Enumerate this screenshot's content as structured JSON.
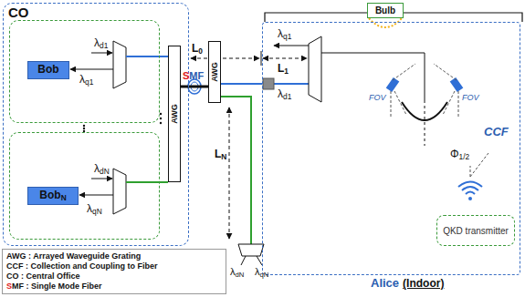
{
  "diagram": {
    "nodes": [
      {
        "text": [
          "CO"
        ]
      },
      {
        "text": [
          "λd1",
          "λq1"
        ],
        "in": 0
      },
      {
        "text": [
          "Bob"
        ],
        "in": 1
      },
      {
        "text": [
          "λdN",
          "λqN"
        ],
        "in": 0
      },
      {
        "text": [
          "BobN"
        ],
        "in": 3
      },
      {
        "text": [
          "AWG"
        ],
        "in": 0
      },
      {
        "text": [
          "AWG"
        ]
      },
      {
        "text": [
          "Bulb"
        ]
      },
      {
        "text": [
          "Alice",
          "(Indoor)"
        ]
      },
      {
        "text": [
          "QKD transmitter"
        ],
        "in": 8
      },
      {
        "text": [
          "AWG : Arrayed Waveguide Grating",
          "CCF : Collection and Coupling to Fiber",
          "CO : Central Office",
          "SMF : Single Mode Fiber"
        ]
      }
    ],
    "edges": [
      {
        "from": 5,
        "to": 6,
        "arrow": "none"
      },
      {
        "from": 6,
        "to": 8,
        "arrow": "none"
      }
    ],
    "labels": [
      "L0",
      "SMF",
      "L1",
      "LN",
      "λq1",
      "λd1",
      "FOV",
      "FOV",
      "CCF",
      "Φ1/2",
      "λdN",
      "λqN"
    ]
  }
}
